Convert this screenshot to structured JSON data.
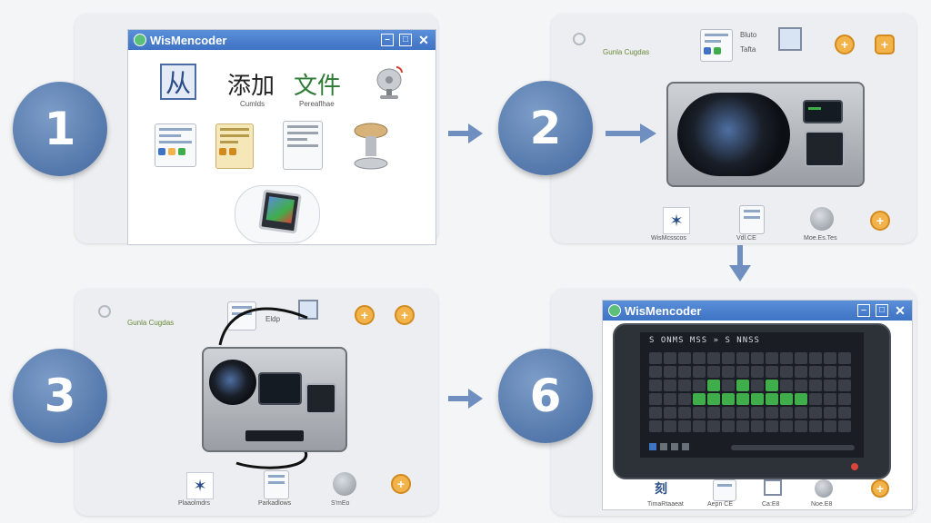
{
  "steps": [
    {
      "number": "1"
    },
    {
      "number": "2"
    },
    {
      "number": "3"
    },
    {
      "number": "6"
    }
  ],
  "app": {
    "title": "WisMencoder",
    "title_4": "WisMencoder"
  },
  "panel1": {
    "chars": {
      "cong": "从",
      "tianjia": "添加",
      "wenjian": "文件"
    },
    "sub1": "Cumlds",
    "sub2": "Pereaflhae"
  },
  "panel2": {
    "top_small": "Gunla Cugdas",
    "top_right": "Bluto",
    "top_right2": "Tafta",
    "labels": [
      "WisMcsscos",
      "Vdl.CE",
      "Moe.Es.Tes"
    ]
  },
  "panel3": {
    "top_small": "Gunla Cugdas",
    "cable_label": "Eldp",
    "labels": [
      "Plaaolmdrs",
      "Parkadlows",
      "S'mEo"
    ]
  },
  "panel4": {
    "header_text": "S ONMS MSS   »   S NNSS",
    "labels": [
      "TimaRtaaeat",
      "Aepn CE",
      "Ca:E8",
      "Noe.E8"
    ]
  },
  "colors": {
    "badge": "#5478ab",
    "titlebar": "#3f73c4",
    "green_keys": "#3fae4a"
  }
}
